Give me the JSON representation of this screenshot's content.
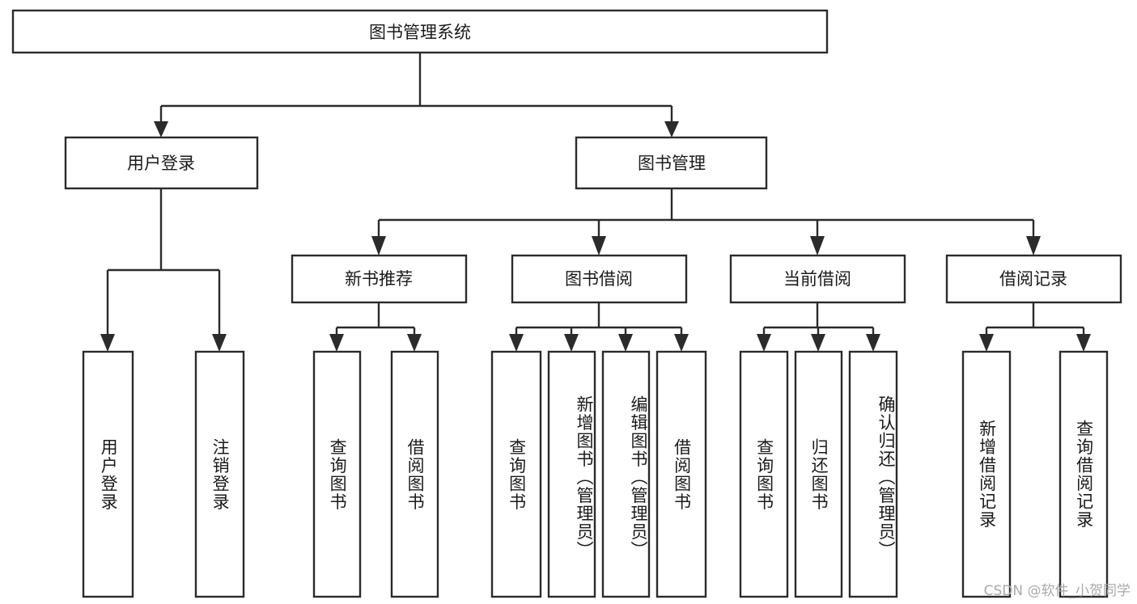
{
  "diagram": {
    "type": "tree",
    "title": "图书管理系统",
    "root": {
      "label": "图书管理系统",
      "children": [
        {
          "label": "用户登录",
          "children": [
            {
              "label": "用户登录"
            },
            {
              "label": "注销登录"
            }
          ]
        },
        {
          "label": "图书管理",
          "children": [
            {
              "label": "新书推荐",
              "children": [
                {
                  "label": "查询图书"
                },
                {
                  "label": "借阅图书"
                }
              ]
            },
            {
              "label": "图书借阅",
              "children": [
                {
                  "label": "查询图书"
                },
                {
                  "label": "新增图书（管理员）"
                },
                {
                  "label": "编辑图书（管理员）"
                },
                {
                  "label": "借阅图书"
                }
              ]
            },
            {
              "label": "当前借阅",
              "children": [
                {
                  "label": "查询图书"
                },
                {
                  "label": "归还图书"
                },
                {
                  "label": "确认归还（管理员）"
                }
              ]
            },
            {
              "label": "借阅记录",
              "children": [
                {
                  "label": "新增借阅记录"
                },
                {
                  "label": "查询借阅记录"
                }
              ]
            }
          ]
        }
      ]
    },
    "nodes": {
      "root": "图书管理系统",
      "level2": {
        "user_login": "用户登录",
        "book_manage": "图书管理"
      },
      "level3": {
        "new_book_recommend": "新书推荐",
        "book_borrow": "图书借阅",
        "current_borrow": "当前借阅",
        "borrow_record": "借阅记录"
      },
      "leaves": {
        "user_login_1": "用户登录",
        "user_logout_2": "注销登录",
        "rec_query_book": "查询图书",
        "rec_borrow_book": "借阅图书",
        "bor_query_book": "查询图书",
        "bor_add_book": "新增图书（管理员）",
        "bor_edit_book": "编辑图书（管理员）",
        "bor_borrow_book": "借阅图书",
        "cur_query_book": "查询图书",
        "cur_return_book": "归还图书",
        "cur_confirm_return": "确认归还（管理员）",
        "rec_add_record": "新增借阅记录",
        "rec_query_record": "查询借阅记录"
      }
    },
    "colors": {
      "stroke": "#2b2b2b",
      "fill": "#ffffff",
      "text": "#1a1a1a",
      "watermark": "#a9a9a9"
    }
  },
  "watermark": {
    "text": "CSDN @软件_小贺同学"
  }
}
